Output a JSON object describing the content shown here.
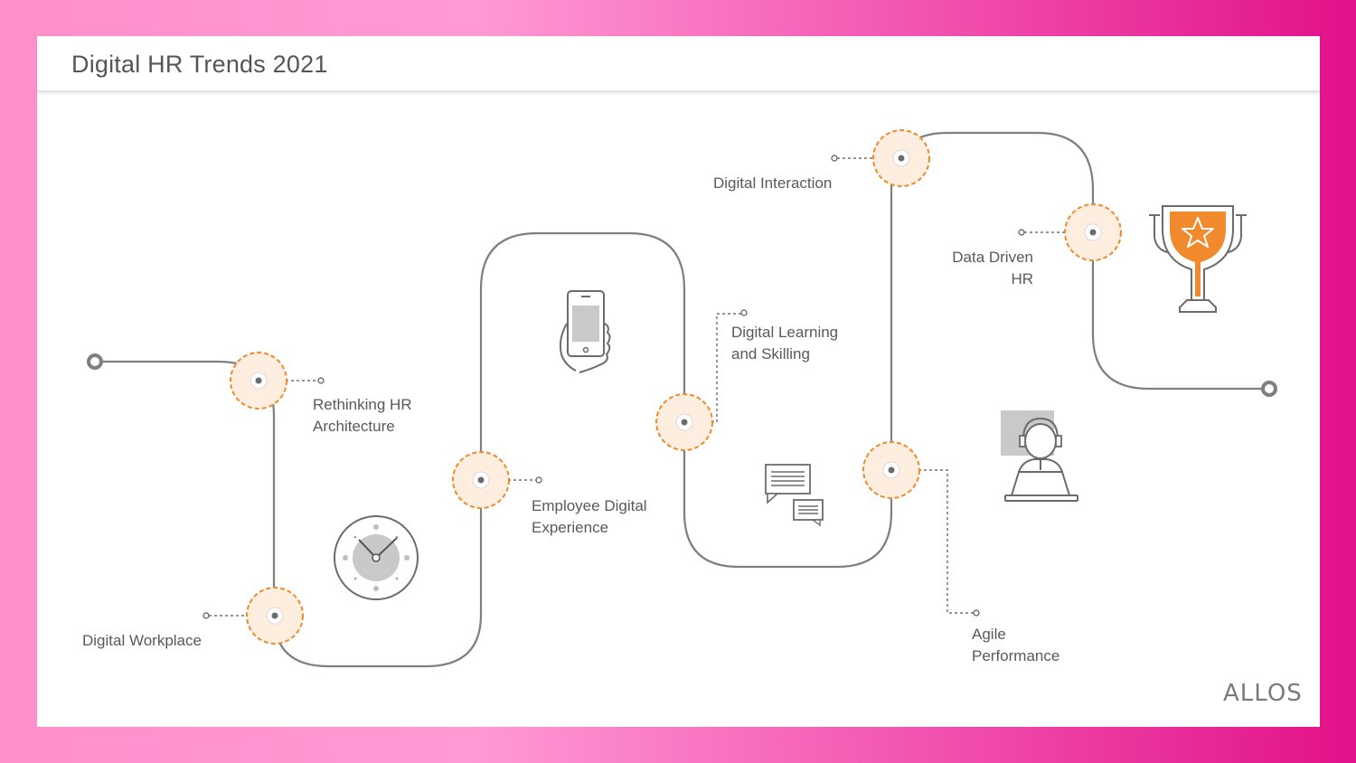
{
  "title": "Digital HR Trends 2021",
  "milestones": [
    {
      "label_line1": "Rethinking HR",
      "label_line2": "Architecture"
    },
    {
      "label_line1": "Digital Workplace",
      "label_line2": ""
    },
    {
      "label_line1": "Employee Digital",
      "label_line2": "Experience"
    },
    {
      "label_line1": "Digital Learning",
      "label_line2": "and Skilling"
    },
    {
      "label_line1": "Digital Interaction",
      "label_line2": ""
    },
    {
      "label_line1": "Agile",
      "label_line2": "Performance"
    },
    {
      "label_line1": "Data Driven",
      "label_line2": "HR"
    }
  ],
  "icons": [
    "clock-icon",
    "smartphone-icon",
    "chat-icon",
    "headset-agent-icon",
    "trophy-icon"
  ],
  "logo": "ALLOS",
  "colors": {
    "accent": "#f08a2c",
    "path": "#7f7f7f",
    "marker_fill": "#fdeee0"
  }
}
